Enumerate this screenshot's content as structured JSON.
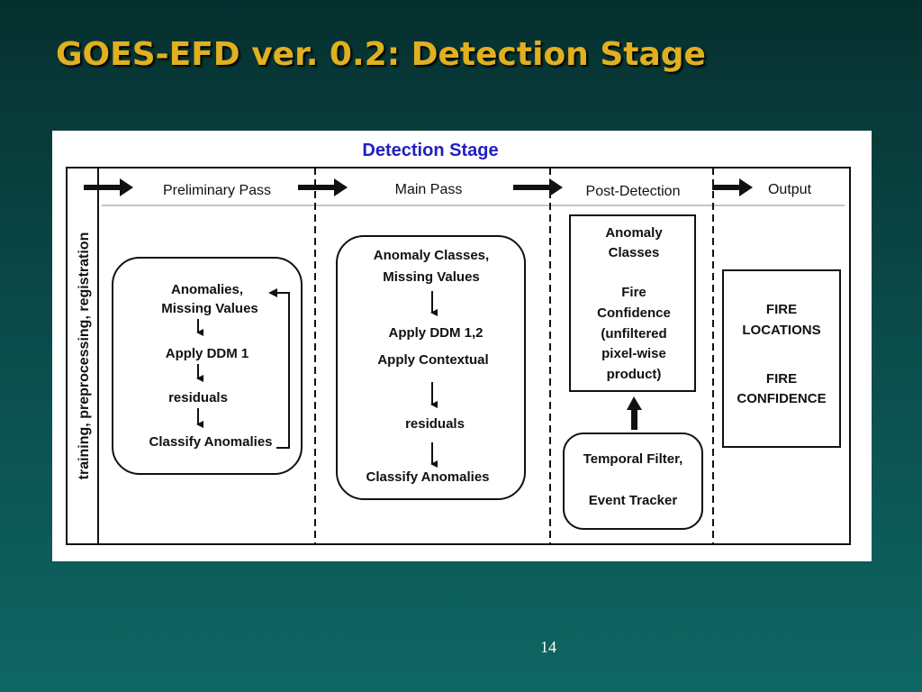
{
  "slide": {
    "title": "GOES-EFD ver. 0.2: Detection Stage",
    "page_number": "14"
  },
  "diagram": {
    "title": "Detection Stage",
    "side_label": "training, preprocessing, registration",
    "stages": [
      "Preliminary Pass",
      "Main Pass",
      "Post-Detection",
      "Output"
    ],
    "preliminary_box": [
      "Anomalies,",
      "Missing Values",
      "Apply DDM 1",
      "residuals",
      "Classify Anomalies"
    ],
    "main_box": [
      "Anomaly Classes,",
      "Missing Values",
      "Apply DDM 1,2",
      "Apply Contextual",
      "residuals",
      "Classify Anomalies"
    ],
    "post_upper_box": [
      "Anomaly",
      "Classes",
      "Fire",
      "Confidence",
      "(unfiltered",
      "pixel-wise",
      "product)"
    ],
    "post_lower_box": [
      "Temporal Filter,",
      "Event Tracker"
    ],
    "output_box": [
      "FIRE",
      "LOCATIONS",
      "FIRE",
      "CONFIDENCE"
    ],
    "colors": {
      "title": "#2020c0",
      "ink": "#111111",
      "slide_title": "#e0b020"
    }
  }
}
